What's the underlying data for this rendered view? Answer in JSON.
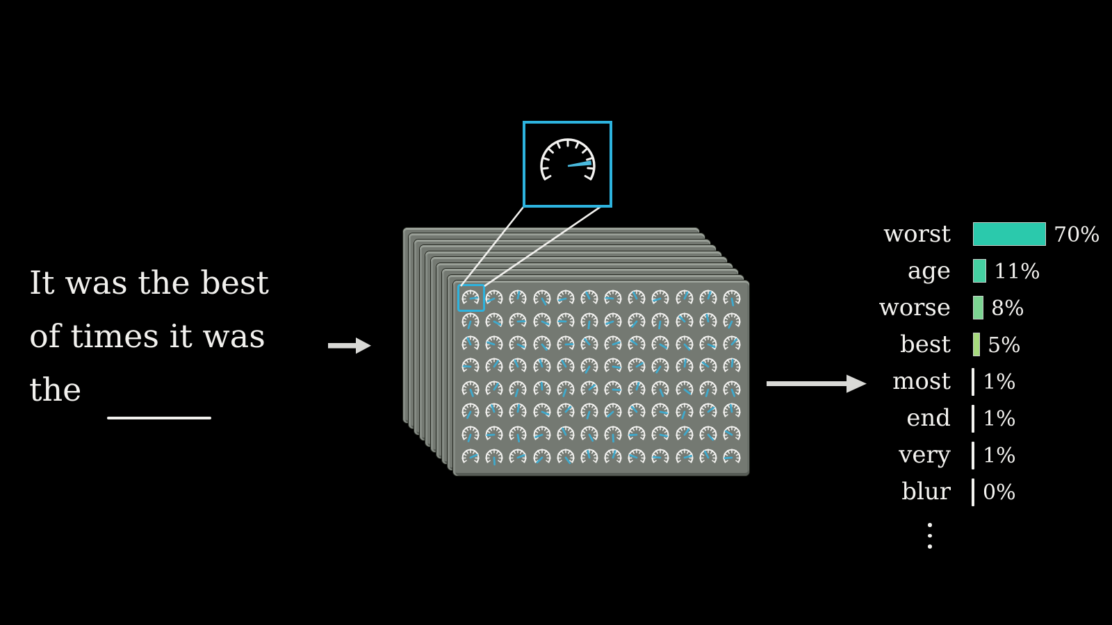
{
  "scene": {
    "background": "#000000",
    "text_color": "#f2f1ee",
    "accent_cyan": "#2db3de",
    "arrow_color": "#d9d9d6"
  },
  "prompt": {
    "lines": [
      "It was the best",
      "of times it was",
      "the"
    ],
    "blank": "____"
  },
  "machine": {
    "layers": 10,
    "dial_grid": {
      "cols": 12,
      "rows": 8
    },
    "panel_color": "#747972",
    "dial_color": "#f4f3f1",
    "needle_color": "#3fa9cc",
    "callout_needle_angle_deg": 8
  },
  "icons": {
    "gauge": "speedometer-gauge-icon",
    "input_arrow": "right-arrow-icon",
    "output_arrow": "right-arrow-icon",
    "ellipsis": "⋮"
  },
  "chart_data": {
    "type": "bar",
    "orientation": "horizontal",
    "title": "",
    "xlabel": "",
    "ylabel": "",
    "legend": false,
    "grid": false,
    "categories": [
      "worst",
      "age",
      "worse",
      "best",
      "most",
      "end",
      "very",
      "blur"
    ],
    "values": [
      70,
      11,
      8,
      5,
      1,
      1,
      1,
      0
    ],
    "value_labels": [
      "70%",
      "11%",
      "8%",
      "5%",
      "1%",
      "1%",
      "1%",
      "0%"
    ],
    "bar_colors": [
      "#2bc9ac",
      "#45cfa1",
      "#7cd492",
      "#a6da7d",
      "#a6da7d",
      "#a6da7d",
      "#a6da7d",
      "#a6da7d"
    ],
    "xlim": [
      0,
      100
    ],
    "truncated_note": "⋮"
  }
}
